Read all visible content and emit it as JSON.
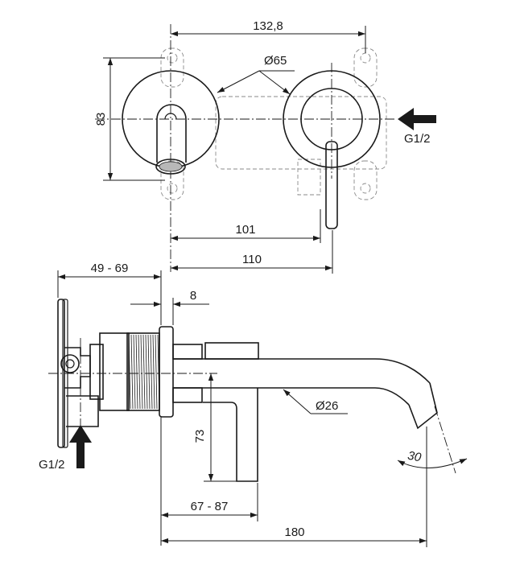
{
  "top_view": {
    "width_dim": "132,8",
    "height_dim": "83",
    "diameter_dim": "Ø65",
    "dim_101": "101",
    "dim_110": "110",
    "inlet_label": "G1/2"
  },
  "side_view": {
    "wall_range_dim": "49 - 69",
    "plate_dim": "8",
    "spout_diameter_dim": "Ø26",
    "lever_height_dim": "73",
    "projection_range_dim": "67 - 87",
    "spout_length_dim": "180",
    "angle_dim": "30",
    "inlet_label": "G1/2"
  }
}
